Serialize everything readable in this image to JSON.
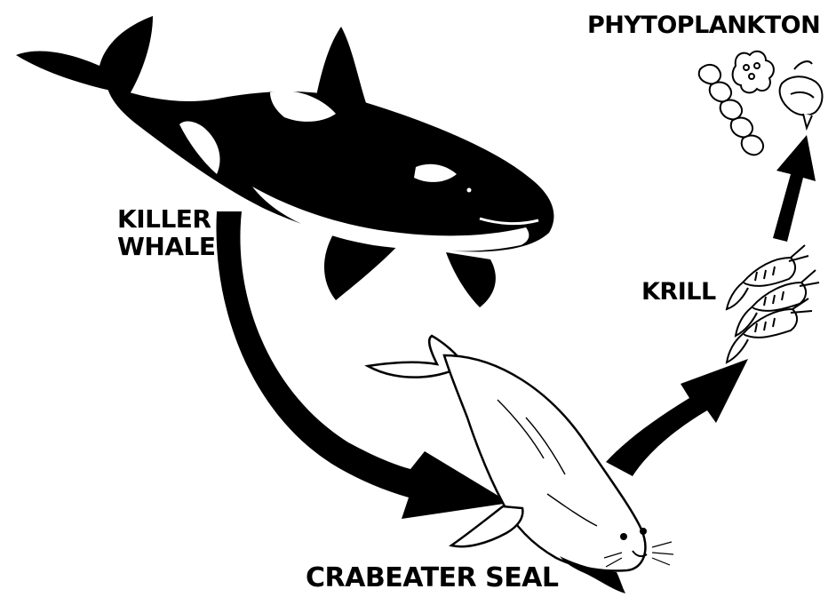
{
  "diagram": {
    "nodes": {
      "phytoplankton": {
        "label": "PHYTOPLANKTON"
      },
      "krill": {
        "label": "KRILL"
      },
      "killer_whale": {
        "label_lines": [
          "KILLER",
          "WHALE"
        ]
      },
      "crabeater_seal": {
        "label": "CRABEATER SEAL"
      }
    },
    "edges": [
      {
        "from": "killer_whale",
        "to": "crabeater_seal"
      },
      {
        "from": "crabeater_seal",
        "to": "krill"
      },
      {
        "from": "krill",
        "to": "phytoplankton"
      }
    ],
    "colors": {
      "ink": "#000000",
      "paper": "#ffffff"
    }
  }
}
